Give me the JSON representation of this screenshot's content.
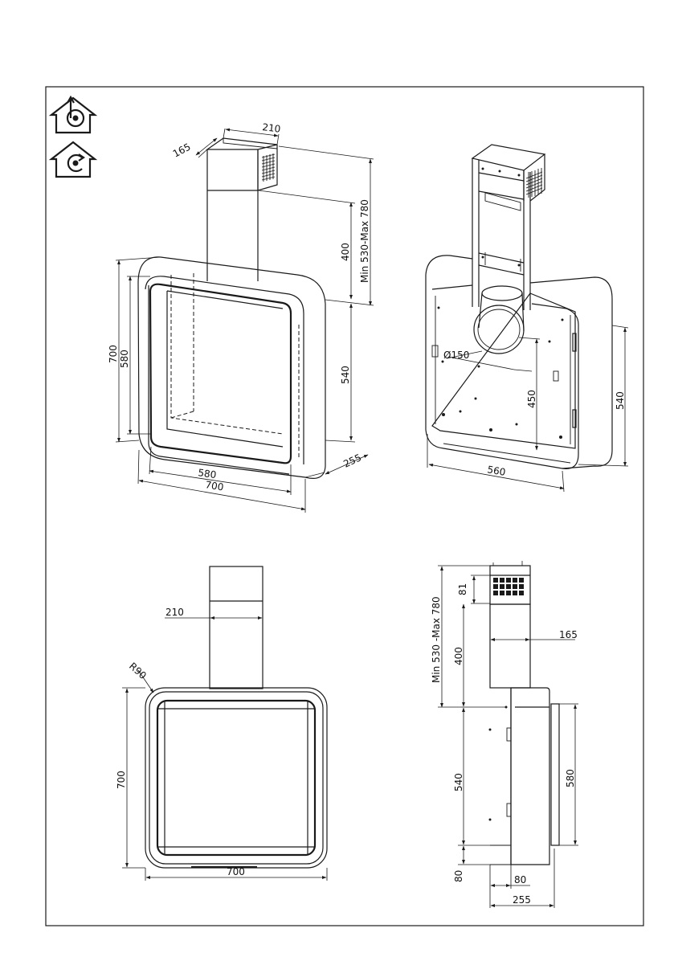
{
  "colors": {
    "line": "#1a1a1a",
    "background": "#ffffff"
  },
  "icons": [
    "ducted-extraction-house-icon",
    "recirculation-house-icon"
  ],
  "front_view_3d": {
    "width_top": "210",
    "depth_top": "165",
    "chimney_total": "Min  530-Max  780",
    "chimney_lower": "400",
    "height_total": "700",
    "height_inner": "580",
    "body_height": "540",
    "depth": "255",
    "width_inner": "580",
    "width_total": "700"
  },
  "rear_view_3d": {
    "duct_diameter": "Ø150",
    "duct_height": "450",
    "body_height": "540",
    "width": "560"
  },
  "front_view_2d": {
    "chimney_width": "210",
    "corner_radius": "R90",
    "height": "700",
    "width": "700"
  },
  "side_view_2d": {
    "vent_height": "81",
    "chimney_total": "Min  530  -Max  780",
    "chimney_lower": "400",
    "chimney_depth": "165",
    "body_height": "540",
    "panel_height": "580",
    "bottom_offset": "80",
    "bottom_depth": "80",
    "total_depth": "255"
  }
}
